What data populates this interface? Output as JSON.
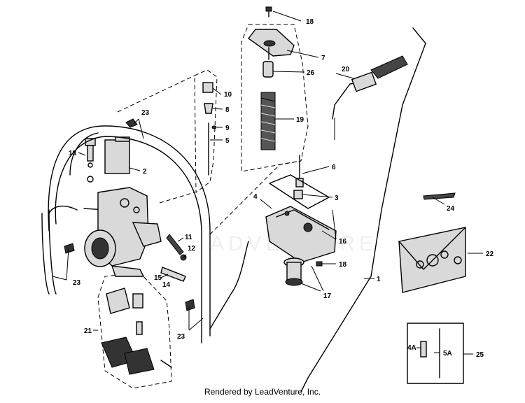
{
  "footer": "Rendered by LeadVenture, Inc.",
  "watermark": "ADVENTURE",
  "callouts": [
    "18",
    "7",
    "26",
    "20",
    "10",
    "8",
    "9",
    "5",
    "19",
    "23",
    "13",
    "2",
    "6",
    "3",
    "4",
    "11",
    "12",
    "16",
    "24",
    "22",
    "1",
    "23",
    "15",
    "14",
    "18",
    "17",
    "21",
    "23",
    "4A",
    "5A",
    "25"
  ]
}
